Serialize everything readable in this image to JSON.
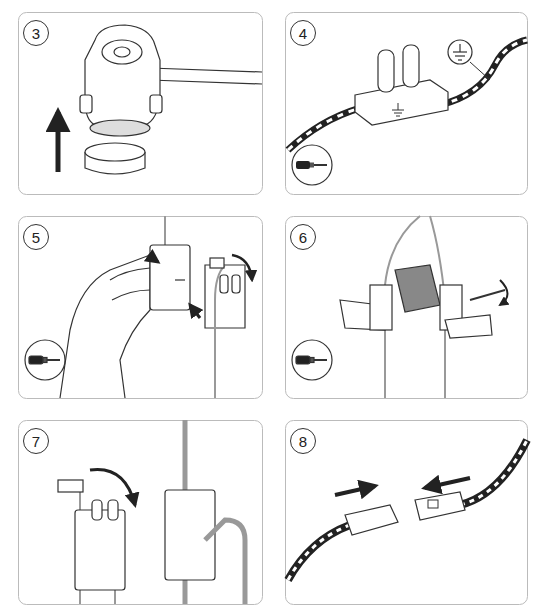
{
  "diagram": {
    "nodes": [
      {
        "text": [
          "3"
        ]
      },
      {
        "text": [
          "4"
        ]
      },
      {
        "text": [
          "5"
        ]
      },
      {
        "text": [
          "6"
        ]
      },
      {
        "text": [
          "7"
        ]
      },
      {
        "text": [
          "8"
        ]
      }
    ],
    "edges": []
  }
}
